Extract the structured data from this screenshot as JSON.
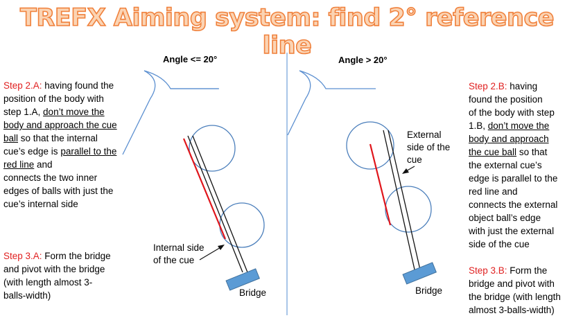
{
  "title": "TREFX Aiming system: find 2° reference line",
  "left_panel": {
    "heading": "Angle <= 20°",
    "step_a": {
      "label": "Step 2.A:",
      "l1": " having found the",
      "l2": "position of the body with",
      "l3a": "step 1.A, ",
      "l3b": "don’t move the",
      "l4": "body and approach the cue",
      "l5a": "ball",
      "l5b": " so that the internal",
      "l6a": "cue’s edge is ",
      "l6b": "parallel to the",
      "l7a": "red line",
      "l7b": " and",
      "l8": "connects the two inner",
      "l9": "edges of balls with just the",
      "l10": "cue’s internal side"
    },
    "step_b": {
      "label": "Step 3.A:",
      "l1": " Form the bridge",
      "l2": "and pivot with the bridge",
      "l3": "(with length almost 3-",
      "l4": "balls-width)"
    },
    "cue_label_1": "Internal side",
    "cue_label_2": "of the cue",
    "bridge_label": "Bridge"
  },
  "right_panel": {
    "heading": "Angle > 20°",
    "step_a": {
      "label": "Step 2.B:",
      "l1": " having",
      "l2": "found the position",
      "l3": "of the body with step",
      "l4a": "1.B, ",
      "l4b": "don’t move the",
      "l5": "body and approach",
      "l6a": "the cue ball",
      "l6b": " so that",
      "l7": "the external cue’s",
      "l8": "edge is parallel to the",
      "l9": "red line and",
      "l10": "connects the external",
      "l11": "object ball’s edge",
      "l12": "with just the external",
      "l13": "side of the cue"
    },
    "step_b": {
      "label": "Step 3.B:",
      "l1": " Form the",
      "l2": "bridge and pivot with",
      "l3": "the bridge (with length",
      "l4": "almost 3-balls-width)"
    },
    "cue_label_1": "External",
    "cue_label_2": "side of the",
    "cue_label_3": "cue",
    "bridge_label": "Bridge"
  },
  "colors": {
    "title_fill": "#fbd4b4",
    "title_stroke": "#f0813c",
    "step_red": "#e02020",
    "ball_blue": "#4a7ebb",
    "bridge_blue": "#5b9bd5",
    "reference_red": "#e0151b"
  }
}
